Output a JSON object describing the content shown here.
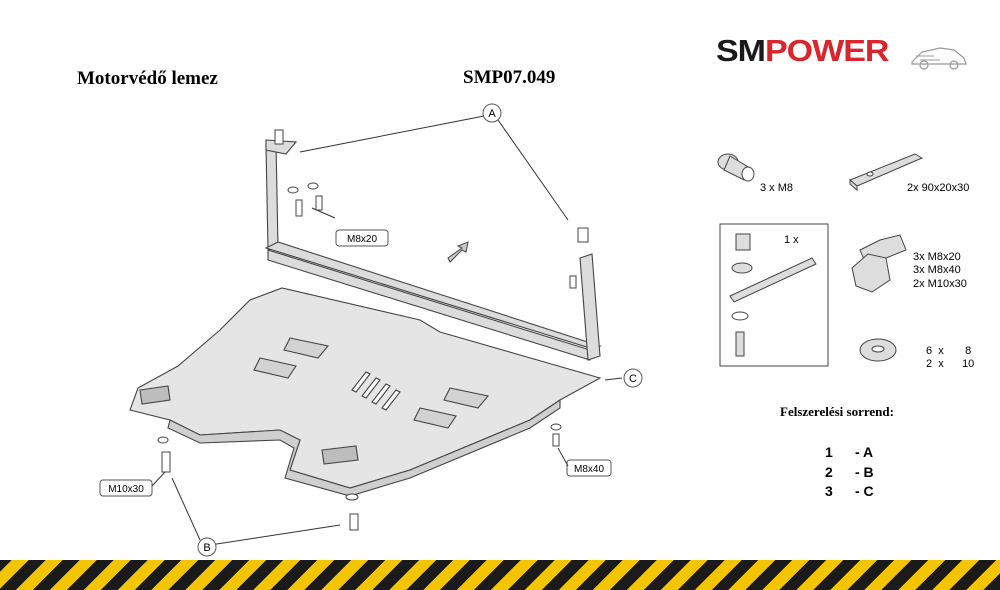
{
  "header": {
    "title": "Motorvédő lemez",
    "code": "SMP07.049"
  },
  "logo": {
    "part1": "SM",
    "part2": "POWER",
    "color_dark": "#1a1a1a",
    "color_red": "#d8262c"
  },
  "diagram": {
    "callouts": {
      "a": "A",
      "b": "B",
      "c": "C"
    },
    "bolt_labels": {
      "top": "M8x20",
      "left": "M10x30",
      "right": "M8x40"
    }
  },
  "parts": {
    "nut": "3 x   M8",
    "plate": "2x  90x20x30",
    "kit": "1 x",
    "bolts_1": "3x  M8x20",
    "bolts_2": "3x  M8x40",
    "bolts_3": "2x   M10x30",
    "washers_1": "6  x       8",
    "washers_2": "2  x      10"
  },
  "assembly_order": {
    "title": "Felszerelési sorrend:",
    "steps": [
      {
        "num": "1",
        "letter": "- A"
      },
      {
        "num": "2",
        "letter": "- B"
      },
      {
        "num": "3",
        "letter": "- C"
      }
    ]
  },
  "stripe_colors": {
    "black": "#1a1a1a",
    "yellow": "#f3c500"
  }
}
